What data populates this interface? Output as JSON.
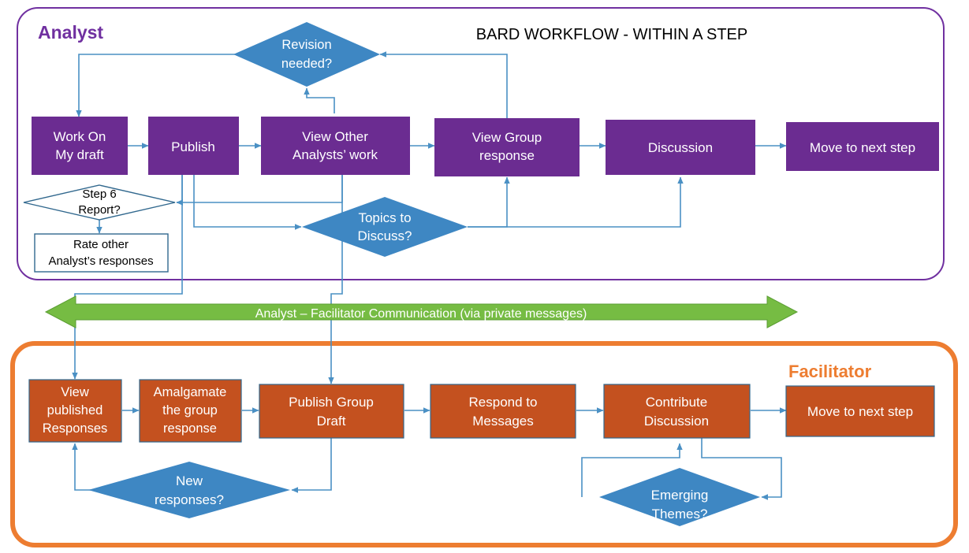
{
  "title": "BARD WORKFLOW - WITHIN A STEP",
  "colors": {
    "purple": "#6B2C91",
    "orange": "#C4511F",
    "blue": "#3E87C3",
    "green": "#76BC43",
    "connector": "#4A90C4",
    "analyst_panel_border": "#7030A0",
    "facilitator_panel_border": "#ED7D31",
    "white": "#FFFFFF",
    "black": "#000000"
  },
  "lanes": {
    "analyst": {
      "label": "Analyst"
    },
    "facilitator": {
      "label": "Facilitator"
    }
  },
  "banner": {
    "label": "Analyst – Facilitator Communication (via private messages)"
  },
  "analyst_nodes": [
    {
      "id": "work-on-my-draft",
      "label": "Work On\nMy draft",
      "shape": "process",
      "fill": "purple"
    },
    {
      "id": "publish",
      "label": "Publish",
      "shape": "process",
      "fill": "purple"
    },
    {
      "id": "view-other-analysts-work",
      "label": "View Other\nAnalysts’ work",
      "shape": "process",
      "fill": "purple"
    },
    {
      "id": "view-group-response",
      "label": "View Group\nresponse",
      "shape": "process",
      "fill": "purple"
    },
    {
      "id": "discussion",
      "label": "Discussion",
      "shape": "process",
      "fill": "purple"
    },
    {
      "id": "move-to-next-step-analyst",
      "label": "Move to next step",
      "shape": "process",
      "fill": "purple"
    },
    {
      "id": "revision-needed",
      "label": "Revision\nneeded?",
      "shape": "decision",
      "fill": "blue"
    },
    {
      "id": "topics-to-discuss",
      "label": "Topics to\nDiscuss?",
      "shape": "decision",
      "fill": "blue"
    },
    {
      "id": "step-6-report",
      "label": "Step 6\nReport?",
      "shape": "decision",
      "fill": "white"
    },
    {
      "id": "rate-other-analysts-responses",
      "label": "Rate other\nAnalyst’s responses",
      "shape": "process",
      "fill": "white"
    }
  ],
  "facilitator_nodes": [
    {
      "id": "view-published-responses",
      "label": "View\npublished\nResponses",
      "shape": "process",
      "fill": "orange"
    },
    {
      "id": "amalgamate-the-group-response",
      "label": "Amalgamate\nthe group\nresponse",
      "shape": "process",
      "fill": "orange"
    },
    {
      "id": "publish-group-draft",
      "label": "Publish Group\nDraft",
      "shape": "process",
      "fill": "orange"
    },
    {
      "id": "respond-to-messages",
      "label": "Respond to\nMessages",
      "shape": "process",
      "fill": "orange"
    },
    {
      "id": "contribute-discussion",
      "label": "Contribute\nDiscussion",
      "shape": "process",
      "fill": "orange"
    },
    {
      "id": "move-to-next-step-facilitator",
      "label": "Move to next step",
      "shape": "process",
      "fill": "orange"
    },
    {
      "id": "new-responses",
      "label": "New\nresponses?",
      "shape": "decision",
      "fill": "blue"
    },
    {
      "id": "emerging-themes",
      "label": "Emerging\nThemes?",
      "shape": "decision",
      "fill": "blue"
    }
  ],
  "node_text": {
    "work_on_my_draft_1": "Work On",
    "work_on_my_draft_2": "My draft",
    "publish": "Publish",
    "view_other_1": "View Other",
    "view_other_2": "Analysts’ work",
    "view_group_1": "View Group",
    "view_group_2": "response",
    "discussion": "Discussion",
    "move_next_analyst": "Move to next step",
    "revision_1": "Revision",
    "revision_2": "needed?",
    "topics_1": "Topics to",
    "topics_2": "Discuss?",
    "step6_1": "Step 6",
    "step6_2": "Report?",
    "rate_1": "Rate other",
    "rate_2": "Analyst’s responses",
    "view_pub_1": "View",
    "view_pub_2": "published",
    "view_pub_3": "Responses",
    "amalg_1": "Amalgamate",
    "amalg_2": "the group",
    "amalg_3": "response",
    "pub_group_1": "Publish Group",
    "pub_group_2": "Draft",
    "respond_1": "Respond to",
    "respond_2": "Messages",
    "contrib_1": "Contribute",
    "contrib_2": "Discussion",
    "move_next_fac": "Move to next step",
    "new_resp_1": "New",
    "new_resp_2": "responses?",
    "emerging_1": "Emerging",
    "emerging_2": "Themes?"
  }
}
